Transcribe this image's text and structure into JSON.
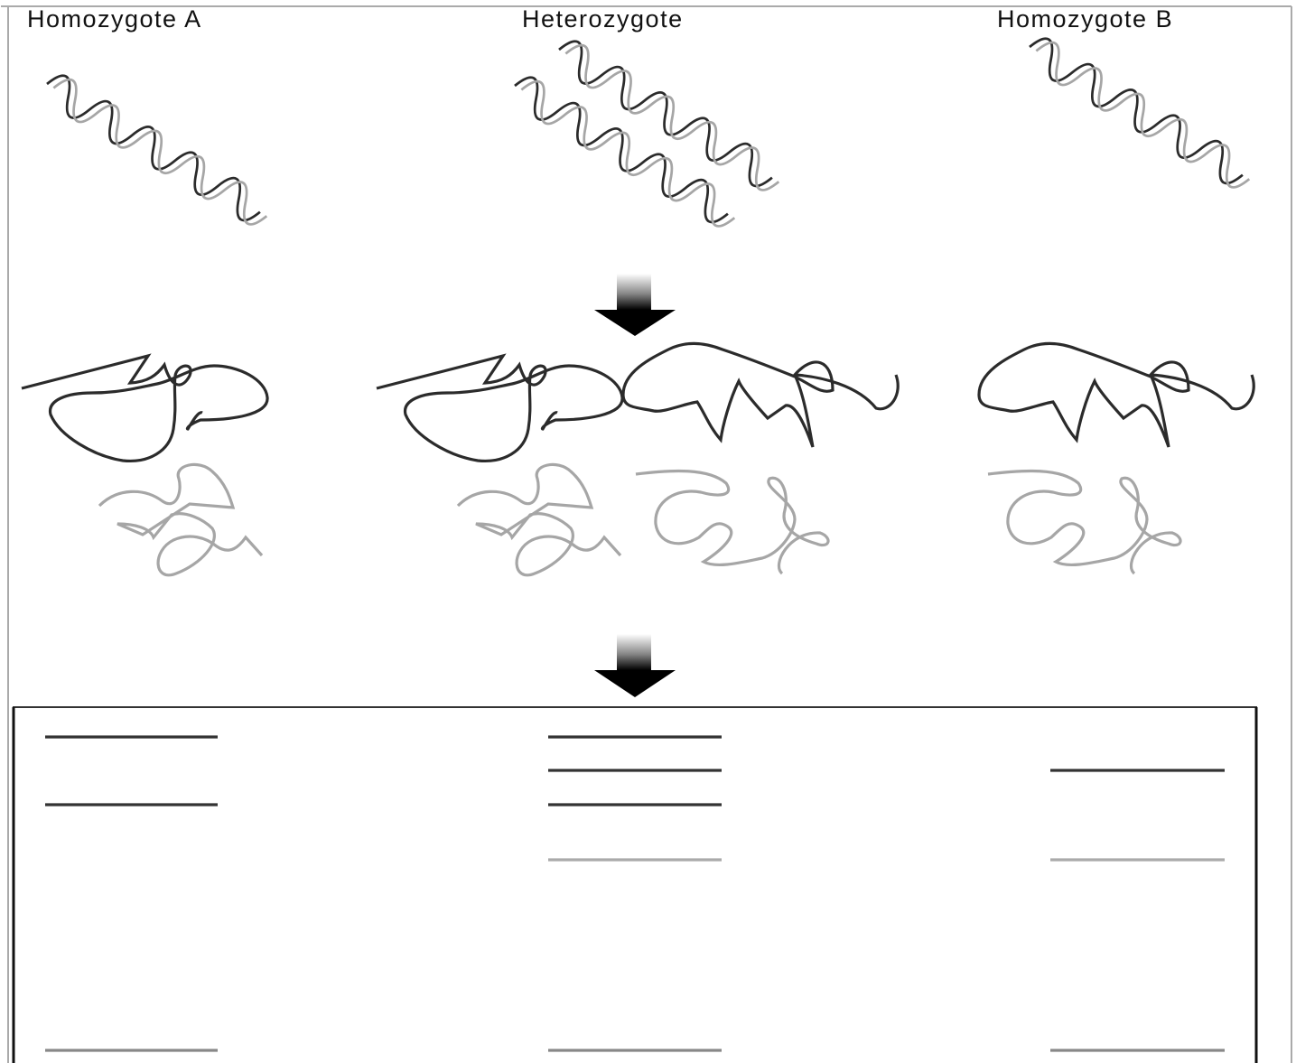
{
  "labels": {
    "homozygote_a": "Homozygote A",
    "heterozygote": "Heterozygote",
    "homozygote_b": "Homozygote B"
  },
  "colors": {
    "dark_strand": "#2b2b2b",
    "light_strand": "#a6a6a6",
    "gel_border": "#222222",
    "band_dark": "#333333",
    "band_light": "#aaaaaa"
  },
  "lanes": [
    {
      "name": "homozygote-a",
      "bands": [
        "dark",
        "dark",
        "light"
      ]
    },
    {
      "name": "heterozygote",
      "bands": [
        "dark",
        "dark",
        "dark",
        "light",
        "light"
      ]
    },
    {
      "name": "homozygote-b",
      "bands": [
        "dark",
        "light",
        "light"
      ]
    }
  ]
}
